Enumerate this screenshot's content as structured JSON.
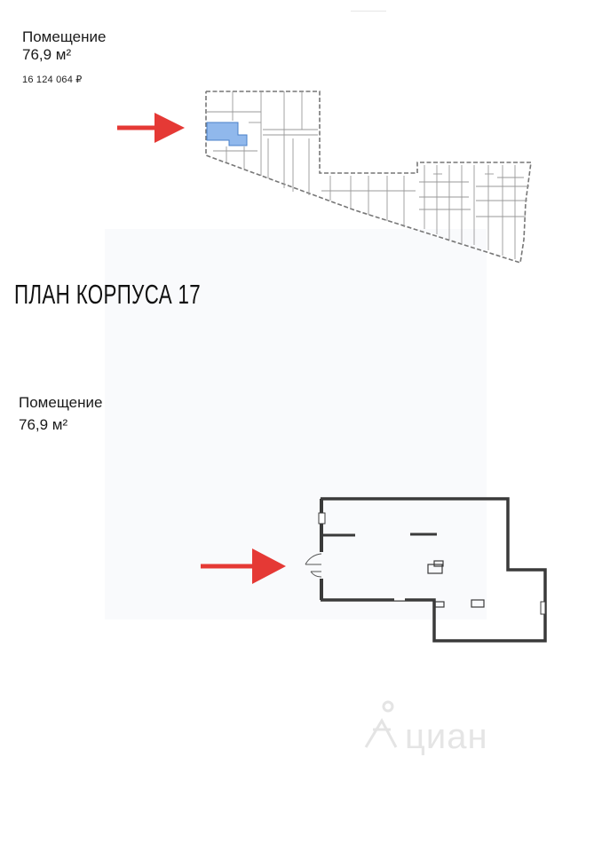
{
  "header": {
    "title": "Помещение",
    "area": "76,9 м²",
    "price": "16 124 064 ₽"
  },
  "plan": {
    "title": "ПЛАН КОРПУСА 17"
  },
  "unit": {
    "title": "Помещение",
    "area": "76,9 м²"
  },
  "watermark": {
    "text": "циан",
    "icon": "cian-logo-icon"
  },
  "colors": {
    "arrow": "#e53935",
    "highlight": "#90b8ec",
    "wall": "#3a3a3a",
    "plan_line": "#888888"
  },
  "icons": [
    "arrow-right-icon",
    "door-icon",
    "cian-logo-icon"
  ]
}
